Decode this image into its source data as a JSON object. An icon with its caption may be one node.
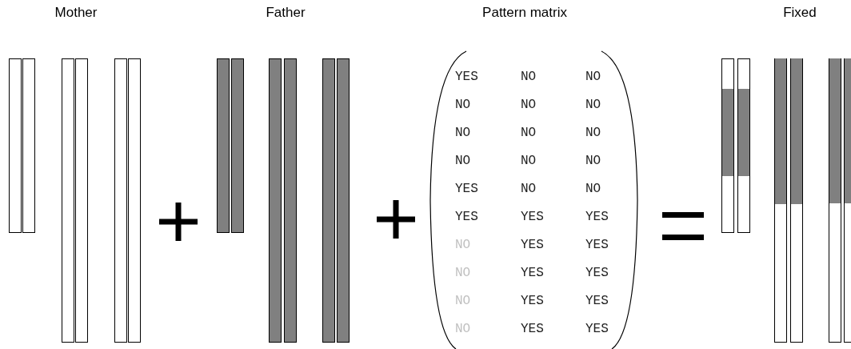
{
  "diagram": {
    "labels": [
      "Mother",
      "Father",
      "Pattern matrix",
      "Fixed",
      "YES",
      "NO",
      "NO",
      "NO",
      "NO",
      "NO",
      "NO",
      "NO",
      "NO",
      "NO",
      "NO",
      "NO",
      "YES",
      "NO",
      "NO",
      "YES",
      "YES",
      "YES",
      "NO",
      "YES",
      "YES",
      "NO",
      "YES",
      "YES",
      "NO",
      "YES",
      "YES",
      "NO",
      "YES",
      "YES"
    ]
  }
}
